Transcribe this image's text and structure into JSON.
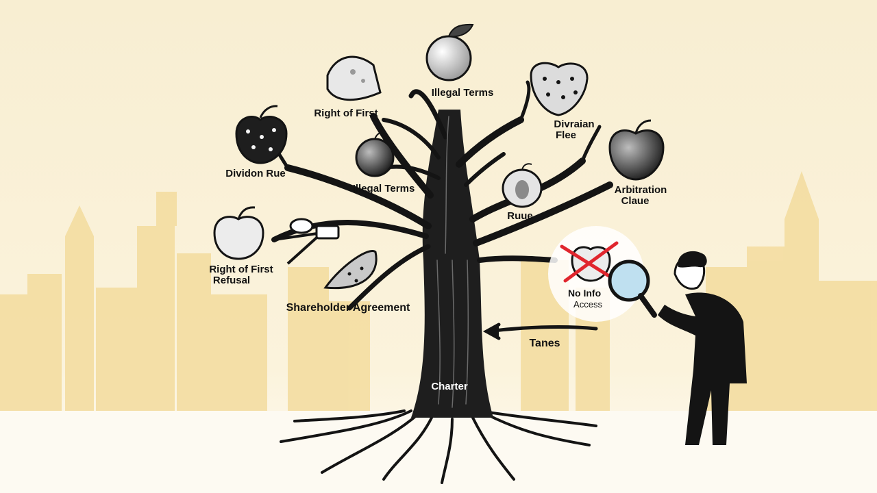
{
  "colors": {
    "sky_top": "#f8eed2",
    "sky_bottom": "#fbf6e8",
    "skyline": "#f3dc9e",
    "ground": "#fdfaf2",
    "ink": "#141414",
    "cross": "#e0262e"
  },
  "tree": {
    "trunk_label": "Charter",
    "branch_label": "Shareholder Agreement"
  },
  "fruits": [
    {
      "name": "apple-top-center",
      "label": "Illegal Terms",
      "icon": "apple-icon"
    },
    {
      "name": "cheese-top-left",
      "label": "Right of First",
      "icon": "cheese-icon"
    },
    {
      "name": "strawberry-top-right",
      "label": "Divraian Flee",
      "icon": "strawberry-icon"
    },
    {
      "name": "apple-dark-left",
      "label": "Dividon Rue",
      "icon": "apple-icon"
    },
    {
      "name": "apple-mid-center",
      "label": "Illegal Terms",
      "icon": "apple-icon"
    },
    {
      "name": "apple-right",
      "label": "Arbitration Claue",
      "icon": "apple-icon"
    },
    {
      "name": "apple-cut-center",
      "label": "Ruue",
      "icon": "halved-apple-icon"
    },
    {
      "name": "apple-left-low",
      "label": "Right of First Refusal",
      "icon": "apple-icon"
    },
    {
      "name": "melon-slice",
      "label": "",
      "icon": "melon-slice-icon"
    }
  ],
  "crossed": {
    "label_line1": "No Info",
    "label_line2": "Access",
    "icon": "crossed-apple-icon"
  },
  "arrow_label": "Tanes",
  "figure": {
    "icon": "magnifying-glass-icon"
  }
}
